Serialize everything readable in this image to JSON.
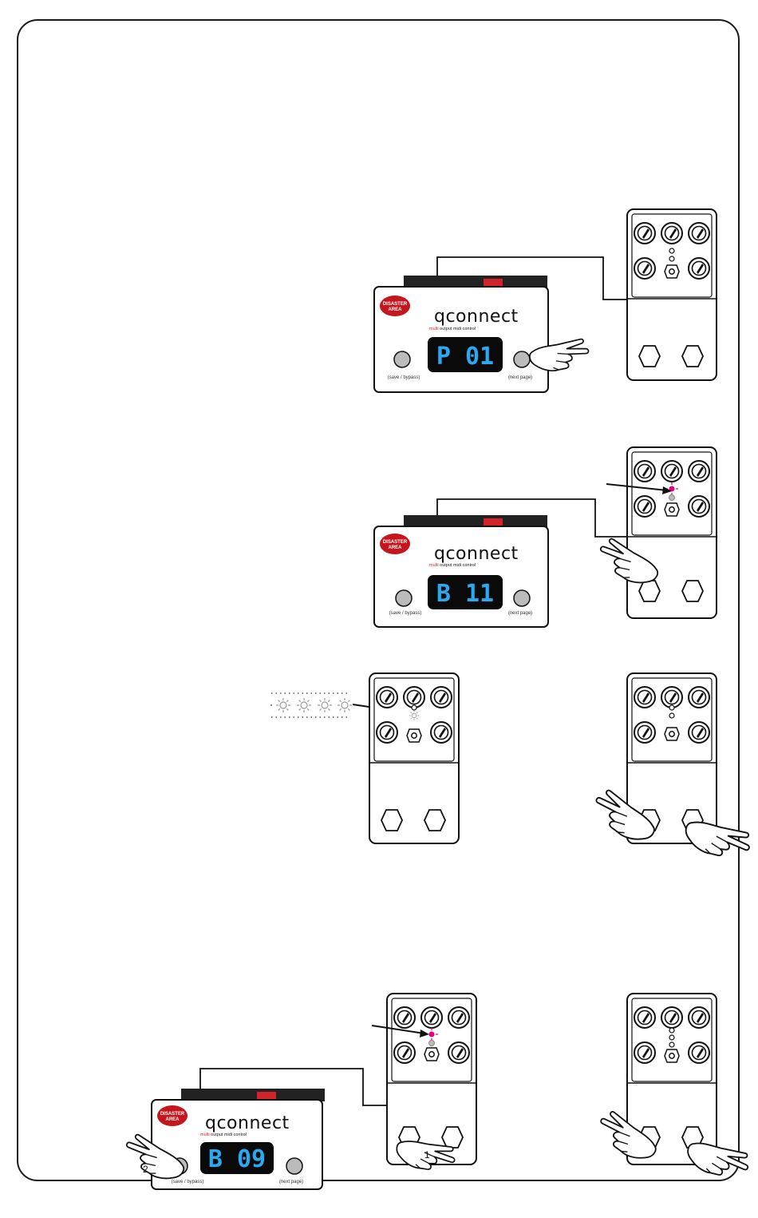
{
  "unit": {
    "logo_line1": "DISASTER",
    "logo_line2": "AREA",
    "brand": "qconnect",
    "tagline_red": "multi",
    "tagline_rest": " output midi control",
    "left_button_label": "(save / bypass)",
    "right_button_label": "(next page)"
  },
  "panels": {
    "p1_display": "P 01",
    "p2_display": "B 11",
    "p5_display": "B 09"
  },
  "steps": {
    "first": "1",
    "second": "2"
  },
  "colors": {
    "display_bg": "#0a0a0a",
    "display_digits": "#2aa8f0",
    "led_active": "#e6007e",
    "logo_red": "#c4161c"
  }
}
